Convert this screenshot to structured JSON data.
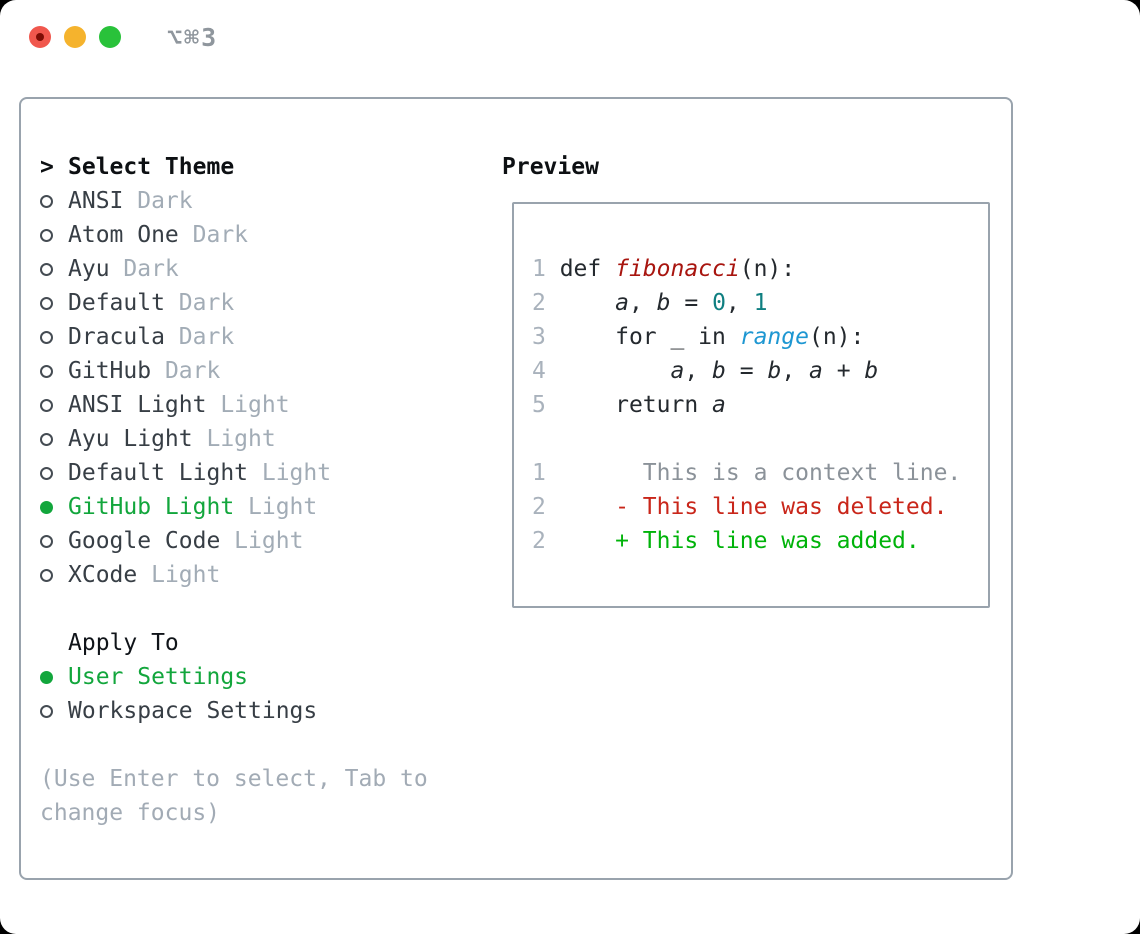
{
  "window": {
    "title": "⌥⌘3",
    "traffic_lights": [
      "close",
      "minimize",
      "zoom"
    ]
  },
  "colors": {
    "selected_green": "#12a63c",
    "diff_added_green": "#00b30a",
    "diff_deleted_red": "#c9261a",
    "function_red": "#a8150f",
    "builtin_blue": "#1e97d2",
    "number_teal": "#0f7f81",
    "muted_gray": "#a2acb6",
    "border_gray": "#99a3ad",
    "ink": "#0d1013"
  },
  "left": {
    "prompt": ">",
    "title": "Select Theme",
    "themes": [
      {
        "name": "ANSI",
        "variant": "Dark",
        "selected": false
      },
      {
        "name": "Atom One",
        "variant": "Dark",
        "selected": false
      },
      {
        "name": "Ayu",
        "variant": "Dark",
        "selected": false
      },
      {
        "name": "Default",
        "variant": "Dark",
        "selected": false
      },
      {
        "name": "Dracula",
        "variant": "Dark",
        "selected": false
      },
      {
        "name": "GitHub",
        "variant": "Dark",
        "selected": false
      },
      {
        "name": "ANSI Light",
        "variant": "Light",
        "selected": false
      },
      {
        "name": "Ayu Light",
        "variant": "Light",
        "selected": false
      },
      {
        "name": "Default Light",
        "variant": "Light",
        "selected": false
      },
      {
        "name": "GitHub Light",
        "variant": "Light",
        "selected": true
      },
      {
        "name": "Google Code",
        "variant": "Light",
        "selected": false
      },
      {
        "name": "XCode",
        "variant": "Light",
        "selected": false
      }
    ],
    "apply_to": {
      "title": "Apply To",
      "options": [
        {
          "label": "User Settings",
          "selected": true
        },
        {
          "label": "Workspace Settings",
          "selected": false
        }
      ]
    },
    "hint_lines": [
      "(Use Enter to select, Tab to",
      "change focus)"
    ]
  },
  "preview": {
    "title": "Preview",
    "code_lines": [
      [
        [
          "1 ",
          "ln"
        ],
        [
          "def ",
          "code"
        ],
        [
          "fibonacci",
          "func"
        ],
        [
          "(n):",
          "code"
        ]
      ],
      [
        [
          "2 ",
          "ln"
        ],
        [
          "    ",
          "code"
        ],
        [
          "a",
          "var"
        ],
        [
          ", ",
          "code"
        ],
        [
          "b",
          "var"
        ],
        [
          " = ",
          "code"
        ],
        [
          "0",
          "numlit"
        ],
        [
          ", ",
          "code"
        ],
        [
          "1",
          "numlit"
        ]
      ],
      [
        [
          "3 ",
          "ln"
        ],
        [
          "    for _ in ",
          "code"
        ],
        [
          "range",
          "builtin"
        ],
        [
          "(n):",
          "code"
        ]
      ],
      [
        [
          "4 ",
          "ln"
        ],
        [
          "        ",
          "code"
        ],
        [
          "a",
          "var"
        ],
        [
          ", ",
          "code"
        ],
        [
          "b",
          "var"
        ],
        [
          " = ",
          "code"
        ],
        [
          "b",
          "var"
        ],
        [
          ", ",
          "code"
        ],
        [
          "a",
          "var"
        ],
        [
          " + ",
          "code"
        ],
        [
          "b",
          "var"
        ]
      ],
      [
        [
          "5 ",
          "ln"
        ],
        [
          "    return ",
          "code"
        ],
        [
          "a",
          "var"
        ]
      ],
      [],
      [
        [
          "1",
          "ln"
        ],
        [
          "       ",
          "code"
        ],
        [
          "This is a context line.",
          "ctx"
        ]
      ],
      [
        [
          "2",
          "ln"
        ],
        [
          "     ",
          "code"
        ],
        [
          "- This line was deleted.",
          "del"
        ]
      ],
      [
        [
          "2",
          "ln"
        ],
        [
          "     ",
          "code"
        ],
        [
          "+ This line was added.",
          "add"
        ]
      ]
    ]
  }
}
